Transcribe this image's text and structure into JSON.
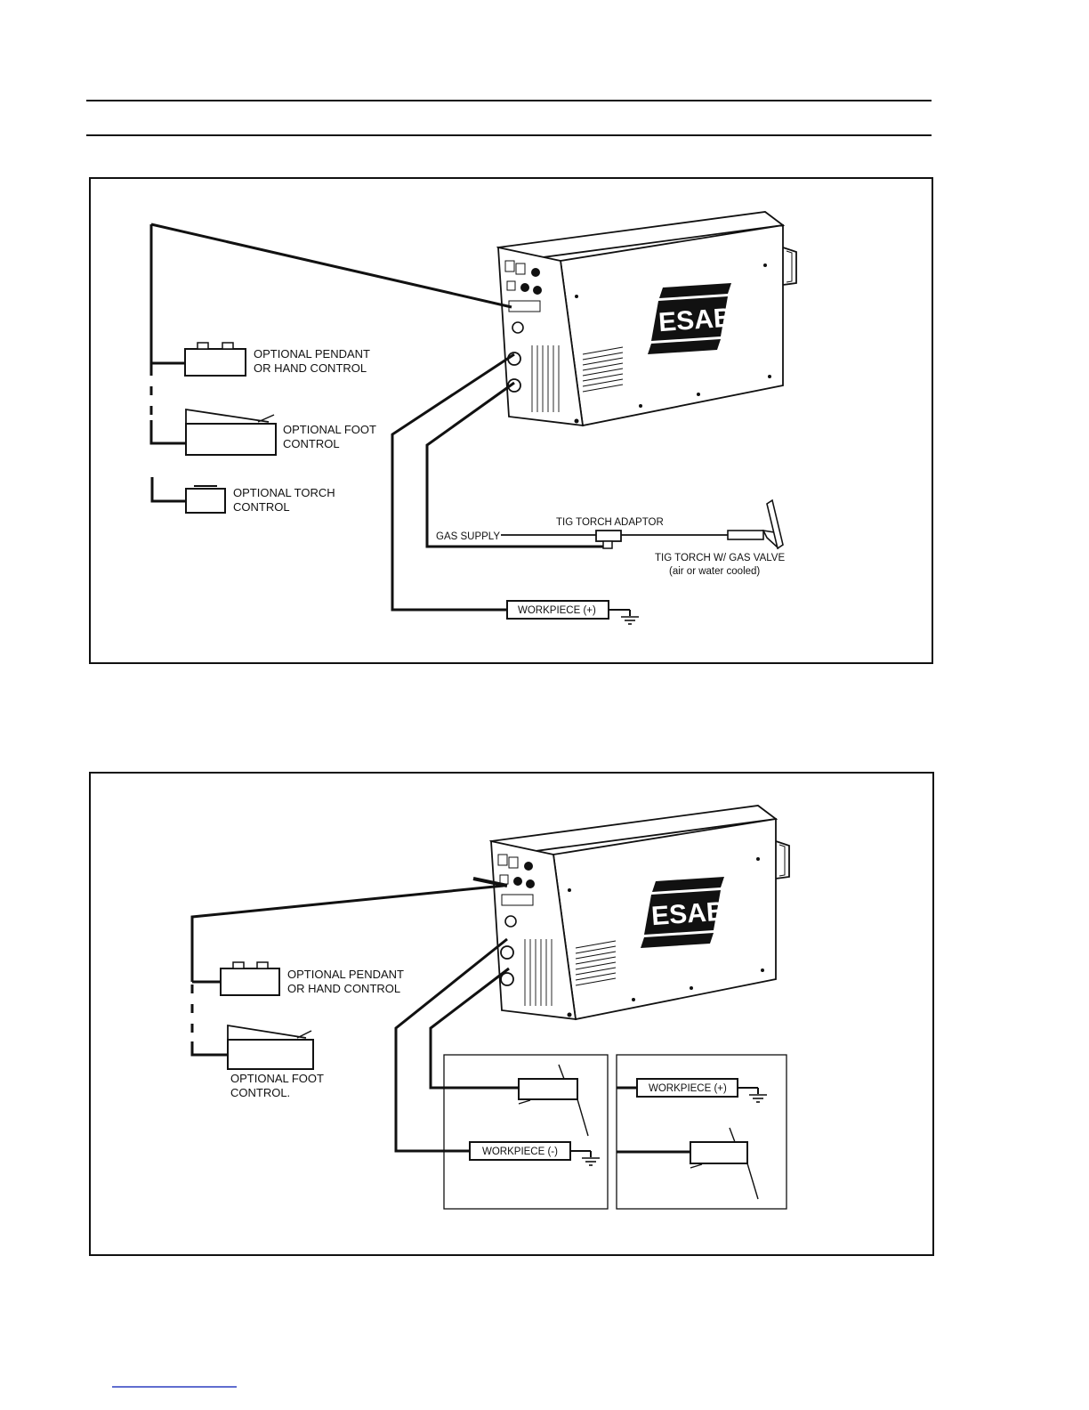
{
  "diagram1": {
    "brand": "ESAB",
    "pendant_line1": "OPTIONAL PENDANT",
    "pendant_line2": "OR HAND CONTROL",
    "foot_line1": "OPTIONAL FOOT",
    "foot_line2": "CONTROL",
    "torch_ctrl_line1": "OPTIONAL TORCH",
    "torch_ctrl_line2": "CONTROL",
    "gas_supply": "GAS SUPPLY",
    "adaptor": "TIG TORCH ADAPTOR",
    "torch_line1": "TIG TORCH W/ GAS VALVE",
    "torch_line2": "(air or water cooled)",
    "workpiece": "WORKPIECE (+)"
  },
  "diagram2": {
    "brand": "ESAB",
    "pendant_line1": "OPTIONAL PENDANT",
    "pendant_line2": "OR HAND CONTROL",
    "foot_line1": "OPTIONAL FOOT",
    "foot_line2": "CONTROL.",
    "workpiece_neg": "WORKPIECE (-)",
    "workpiece_pos": "WORKPIECE (+)"
  },
  "colors": {
    "ink": "#111111",
    "footer_rule": "#2b3fbf"
  }
}
